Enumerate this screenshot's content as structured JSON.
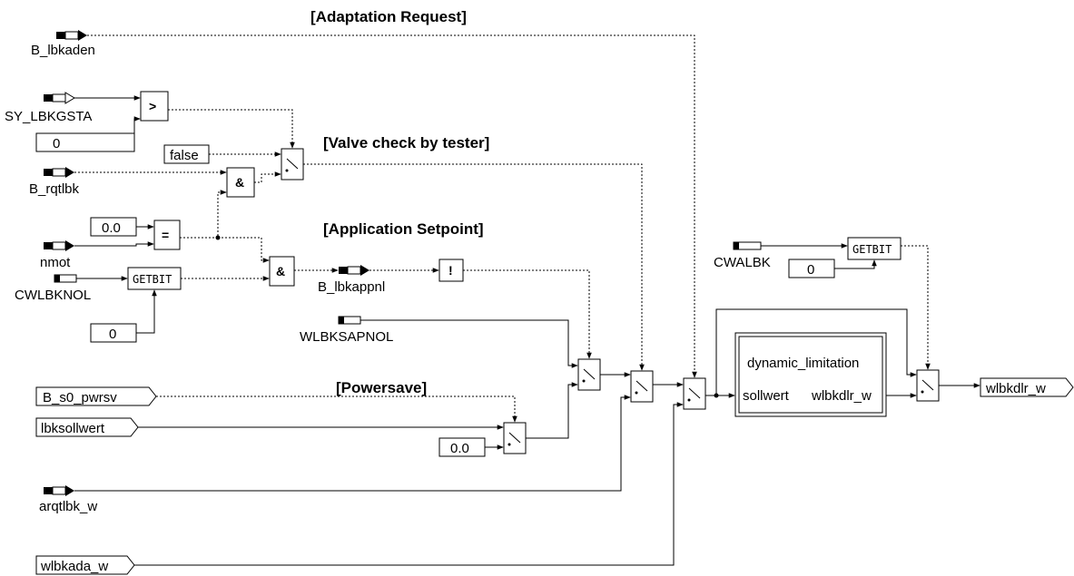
{
  "headings": {
    "adaptation_request": "[Adaptation Request]",
    "valve_check": "[Valve check by tester]",
    "application_setpoint": "[Application Setpoint]",
    "powersave": "[Powersave]"
  },
  "inputs": {
    "b_lbkaden": "B_lbkaden",
    "sy_lbkgsta": "SY_LBKGSTA",
    "b_rqtlbk": "B_rqtlbk",
    "nmot": "nmot",
    "cwlbknol": "CWLBKNOL",
    "wlbksapnol": "WLBKSAPNOL",
    "b_s0_pwrsv": "B_s0_pwrsv",
    "lbksollwert": "lbksollwert",
    "arqtlbk_w": "arqtlbk_w",
    "wlbkada_w": "wlbkada_w",
    "cwalbk": "CWALBK"
  },
  "constants": {
    "zero_a": "0",
    "false_const": "false",
    "zero_float_a": "0.0",
    "zero_b": "0",
    "zero_float_b": "0.0",
    "zero_c": "0"
  },
  "operators": {
    "greater": ">",
    "and_a": "&",
    "equal": "=",
    "and_b": "&",
    "not": "!",
    "getbit_a": "GETBIT",
    "getbit_b": "GETBIT"
  },
  "internal": {
    "b_lbkappnl": "B_lbkappnl"
  },
  "subsystem": {
    "title": "dynamic_limitation",
    "in_port": "sollwert",
    "out_port": "wlbkdlr_w"
  },
  "output": {
    "wlbkdlr_w": "wlbkdlr_w"
  }
}
